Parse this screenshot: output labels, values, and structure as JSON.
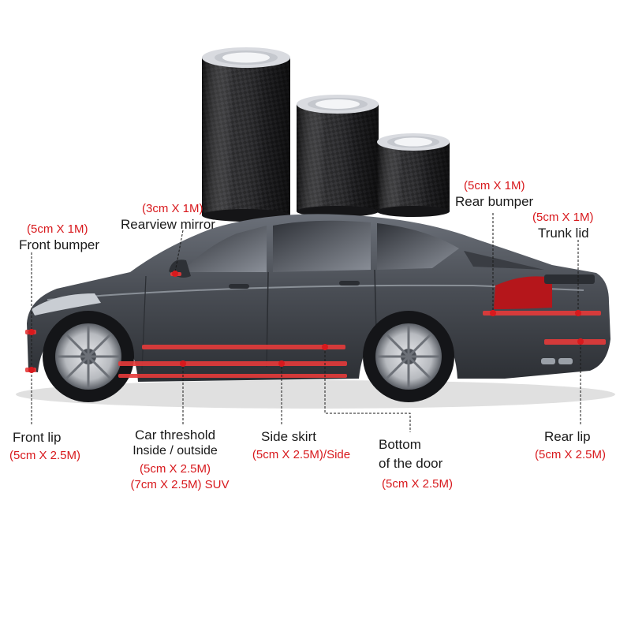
{
  "colors": {
    "accent_red": "#d8191d",
    "car_body": "#4a4e55",
    "text": "#1a1a1a",
    "tape": "#1c1c1e"
  },
  "product": {
    "rolls": [
      {
        "name": "large-roll"
      },
      {
        "name": "medium-roll"
      },
      {
        "name": "small-roll"
      }
    ]
  },
  "labels": {
    "front_bumper": {
      "size": "(5cm X 1M)",
      "name": "Front bumper"
    },
    "rearview_mirror": {
      "size": "(3cm X 1M)",
      "name": "Rearview mirror"
    },
    "rear_bumper": {
      "size": "(5cm X 1M)",
      "name": "Rear bumper"
    },
    "trunk_lid": {
      "size": "(5cm X 1M)",
      "name": "Trunk lid"
    },
    "front_lip": {
      "name": "Front lip",
      "size": "(5cm X 2.5M)"
    },
    "car_threshold": {
      "name": "Car threshold",
      "sub": "Inside / outside",
      "size": "(5cm X 2.5M)",
      "size_suv": "(7cm X 2.5M) SUV"
    },
    "side_skirt": {
      "name": "Side skirt",
      "size": "(5cm X 2.5M)/Side"
    },
    "bottom_door": {
      "name": "Bottom",
      "name2": "of the door",
      "size": "(5cm X 2.5M)"
    },
    "rear_lip": {
      "name": "Rear lip",
      "size": "(5cm X 2.5M)"
    }
  }
}
